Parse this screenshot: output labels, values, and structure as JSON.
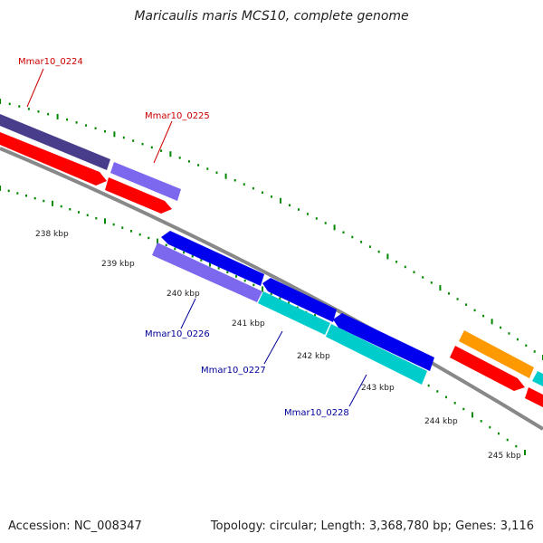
{
  "title": "Maricaulis maris MCS10, complete genome",
  "footer": {
    "accession": "Accession: NC_008347",
    "summary": "Topology: circular; Length: 3,368,780 bp; Genes: 3,116"
  },
  "ticks": [
    {
      "label": "238 kbp"
    },
    {
      "label": "239 kbp"
    },
    {
      "label": "240 kbp"
    },
    {
      "label": "241 kbp"
    },
    {
      "label": "242 kbp"
    },
    {
      "label": "243 kbp"
    },
    {
      "label": "244 kbp"
    },
    {
      "label": "245 kbp"
    }
  ],
  "genes": [
    {
      "name": "Mmar10_0224",
      "strand": "forward",
      "label_color": "#cc0000"
    },
    {
      "name": "Mmar10_0225",
      "strand": "forward",
      "label_color": "#cc0000"
    },
    {
      "name": "Mmar10_0226",
      "strand": "reverse",
      "label_color": "#000099"
    },
    {
      "name": "Mmar10_0227",
      "strand": "reverse",
      "label_color": "#000099"
    },
    {
      "name": "Mmar10_0228",
      "strand": "reverse",
      "label_color": "#000099"
    }
  ],
  "colors": {
    "cds_forward": "#ff0000",
    "cds_reverse": "#0000ee",
    "feature_purple": "#7b68ee",
    "feature_darkpurple": "#483d8b",
    "feature_cyan": "#00cccc",
    "feature_orange": "#ff9900",
    "backbone": "#888888",
    "tick": "#008800"
  }
}
